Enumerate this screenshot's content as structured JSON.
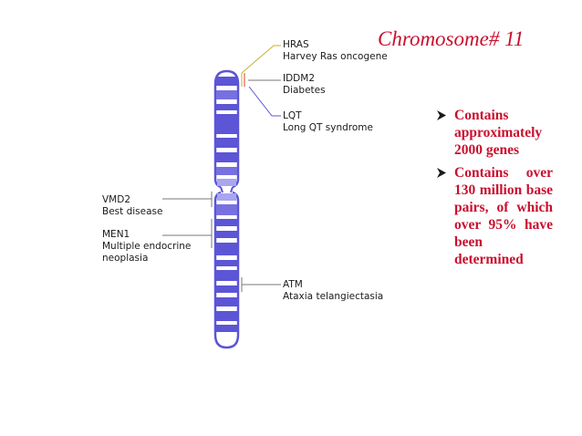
{
  "slide": {
    "title": "Chromosome# 11",
    "colors": {
      "title": "#c8102e",
      "bullets": "#c8102e",
      "band": "#5c55d6",
      "band_light": "#a9a5ef",
      "outline": "#5c55d6",
      "pointer_yellow": "#c9b030",
      "pointer_purple": "#5c55d6",
      "pointer_red": "#d8423a",
      "pointer_grey": "#777777"
    }
  },
  "genes": [
    {
      "symbol": "HRAS",
      "name": "Harvey Ras oncogene"
    },
    {
      "symbol": "IDDM2",
      "name": "Diabetes"
    },
    {
      "symbol": "LQT",
      "name": "Long QT syndrome"
    },
    {
      "symbol": "VMD2",
      "name": "Best disease"
    },
    {
      "symbol": "MEN1",
      "name": "Multiple endocrine",
      "name2": "neoplasia"
    },
    {
      "symbol": "ATM",
      "name": "Ataxia telangiectasia"
    }
  ],
  "bullets": [
    {
      "text": "Contains approximately 2000 genes",
      "icon": "arrow-bullet-icon"
    },
    {
      "text": "Contains over 130 million base pairs, of which over 95% have been determined",
      "icon": "arrow-bullet-icon"
    }
  ]
}
